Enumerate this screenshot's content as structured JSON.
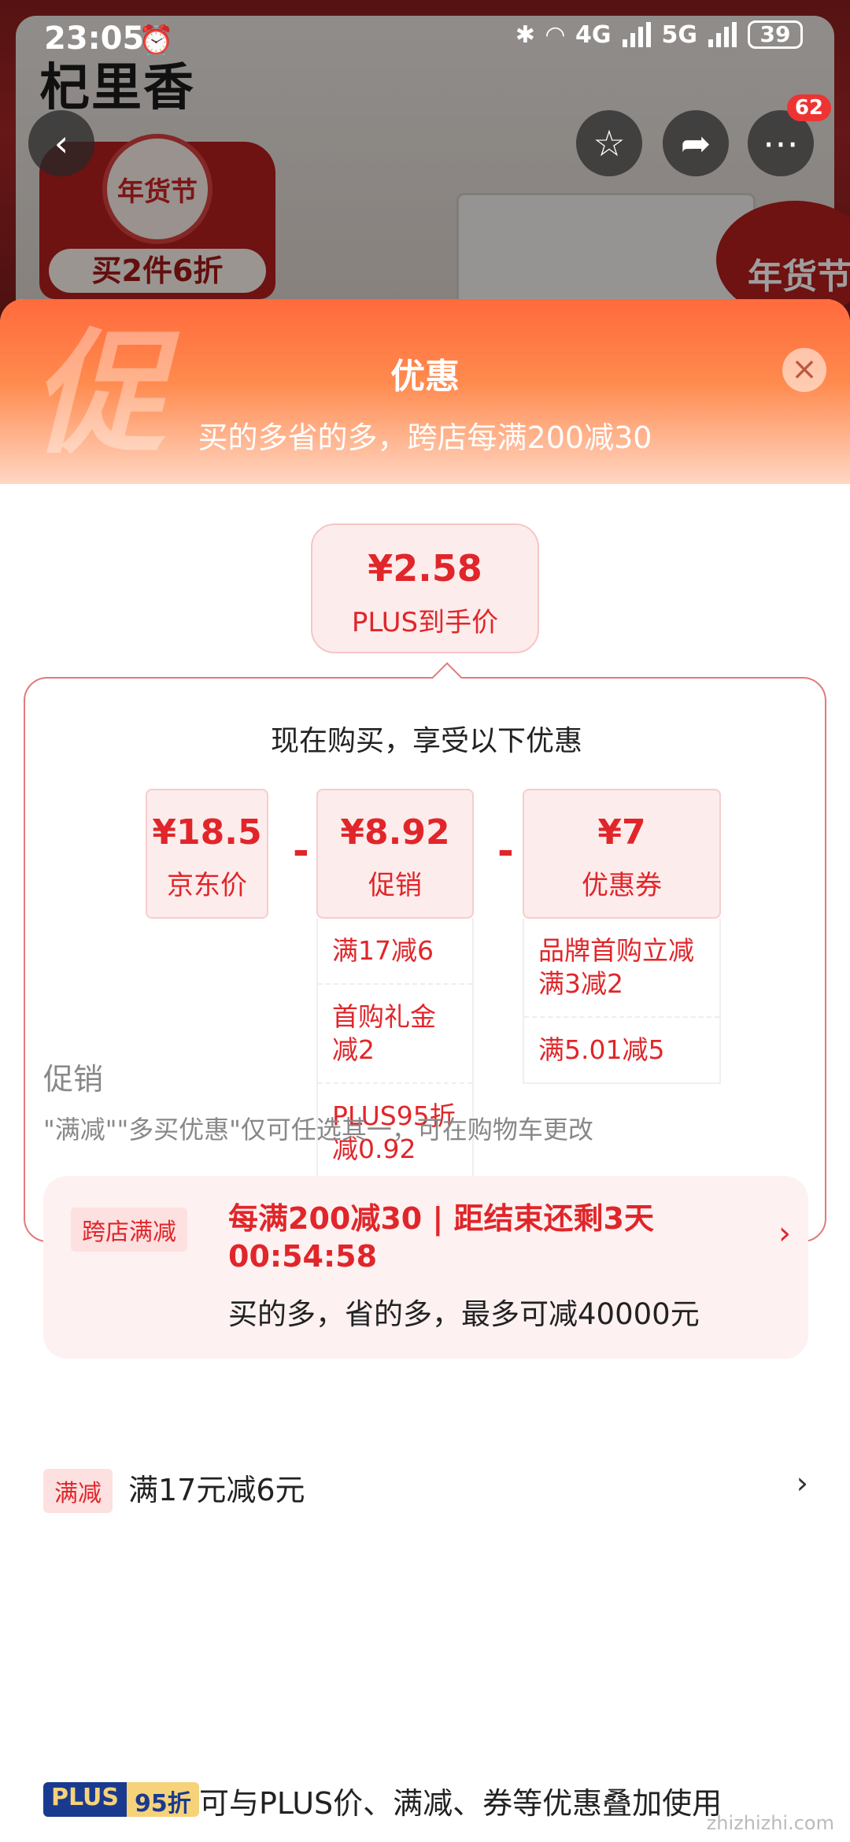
{
  "status_bar": {
    "time": "23:05",
    "battery": "39",
    "net_1": "4G",
    "net_2": "5G"
  },
  "background": {
    "logo": "杞里香",
    "badge_circle": "年货节",
    "badge_label": "买2件6折",
    "right_sign": "年货节",
    "more_count": "62"
  },
  "sheet": {
    "title": "优惠",
    "subtitle": "买的多省的多，跨店每满200减30",
    "watermark": "促",
    "close_icon": "×"
  },
  "plus_price": {
    "amount": "¥2.58",
    "label": "PLUS到手价"
  },
  "breakdown": {
    "title": "现在购买，享受以下优惠",
    "jd_price": {
      "value": "¥18.5",
      "label": "京东价"
    },
    "promo": {
      "value": "¥8.92",
      "label": "促销",
      "items": [
        "满17减6",
        "首购礼金减2",
        "PLUS95折减0.92"
      ]
    },
    "coupon": {
      "value": "¥7",
      "label": "优惠券",
      "items": [
        "品牌首购立减满3减2",
        "满5.01减5"
      ]
    },
    "minus": "-"
  },
  "promotions": {
    "section_title": "促销",
    "note": "\"满减\"\"多买优惠\"仅可任选其一，可在购物车更改",
    "cross_store": {
      "tag": "跨店满减",
      "main": "每满200减30 | 距结束还剩3天00:54:58",
      "desc": "买的多，省的多，最多可减40000元"
    },
    "manjian": {
      "tag": "满减",
      "text": "满17元减6元"
    },
    "plus": {
      "tag_a": "PLUS",
      "tag_b": "95折",
      "text": "可与PLUS价、满减、券等优惠叠加使用"
    }
  },
  "watermark_site": "zhizhizhi.com"
}
